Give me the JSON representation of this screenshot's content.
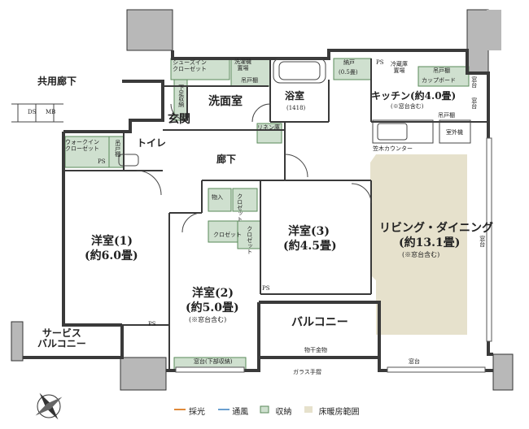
{
  "rooms": {
    "shared_corridor": "共用廊下",
    "ds": "DS",
    "mb": "MB",
    "shoes_closet": "シューズイン\nクローゼット",
    "washer": "洗濯機\n置場",
    "ceiling_shelf_1": "吊戸棚",
    "bath": "浴室",
    "bath_size": "(1418)",
    "storage": "納戸",
    "storage_size": "(0.5畳)",
    "fridge": "冷蔵庫\n置場",
    "ceiling_shelf_2": "吊戸棚",
    "cupboard": "カップボード",
    "kitchen": "キッチン(約4.0畳)",
    "kitchen_note": "(※窓台含む)",
    "ceiling_shelf_3": "吊戸棚",
    "shoe_box": "下足収納",
    "entrance": "玄関",
    "washroom": "洗面室",
    "linen": "リネン庫",
    "walkin": "ウォークイン\nクローゼット",
    "ps1": "PS",
    "ps2": "PS",
    "ps3": "PS",
    "ps4": "PS",
    "ceiling_shelf_4": "吊戸棚",
    "toilet": "トイレ",
    "hallway": "廊下",
    "counter": "笠木カウンター",
    "storage_in": "物入",
    "closet1": "クロゼット",
    "closet2": "クロゼット",
    "closet3": "クロゼット",
    "room1": "洋室(1)",
    "room1_size": "(約6.0畳)",
    "room2": "洋室(2)",
    "room2_size": "(約5.0畳)",
    "room2_note": "(※窓台含む)",
    "room3": "洋室(3)",
    "room3_size": "(約4.5畳)",
    "living": "リビング・ダイニング",
    "living_size": "(約13.1畳)",
    "living_note": "(※窓台含む)",
    "window_sill_1": "窓台",
    "window_sill_2": "窓台",
    "window_sill_3": "窓台",
    "window_sill_4": "窓台(下部収納)",
    "window_sill_5": "窓台",
    "service_balcony": "サービス\nバルコニー",
    "balcony": "バルコニー",
    "hanger": "物干金物",
    "glass_rail": "ガラス手摺",
    "ac": "室外機"
  },
  "legend": {
    "light": "採光",
    "airflow": "通風",
    "storage": "収納",
    "floor_heating": "床暖房範囲"
  },
  "colors": {
    "storage": "#cfe0cf",
    "storage_border": "#5a8a5a",
    "floor_heating": "#e6e1cc",
    "wall": "#3a3a3a",
    "light": "#e08a3a",
    "airflow": "#6a9fd0"
  }
}
